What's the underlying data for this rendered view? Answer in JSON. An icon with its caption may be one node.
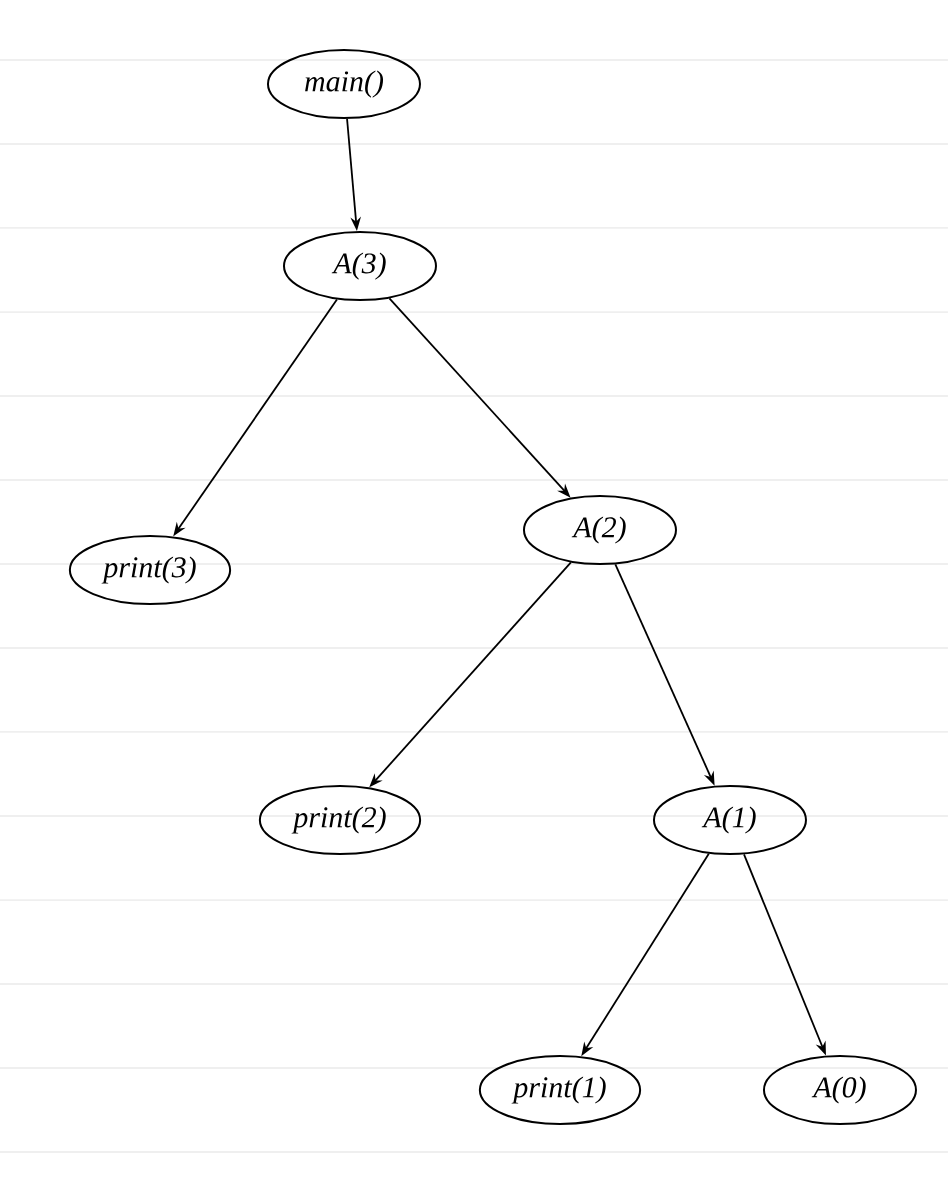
{
  "diagram": {
    "nodes": [
      {
        "text": [
          "main()"
        ]
      },
      {
        "text": [
          "A(3)"
        ]
      },
      {
        "text": [
          "print(3)"
        ]
      },
      {
        "text": [
          "A(2)"
        ]
      },
      {
        "text": [
          "print(2)"
        ]
      },
      {
        "text": [
          "A(1)"
        ]
      },
      {
        "text": [
          "print(1)"
        ]
      },
      {
        "text": [
          "A(0)"
        ]
      }
    ],
    "edges": [
      {
        "from": 0,
        "to": 1,
        "arrow": "to"
      },
      {
        "from": 1,
        "to": 2,
        "arrow": "to"
      },
      {
        "from": 1,
        "to": 3,
        "arrow": "to"
      },
      {
        "from": 3,
        "to": 4,
        "arrow": "to"
      },
      {
        "from": 3,
        "to": 5,
        "arrow": "to"
      },
      {
        "from": 5,
        "to": 6,
        "arrow": "to"
      },
      {
        "from": 5,
        "to": 7,
        "arrow": "to"
      }
    ]
  }
}
